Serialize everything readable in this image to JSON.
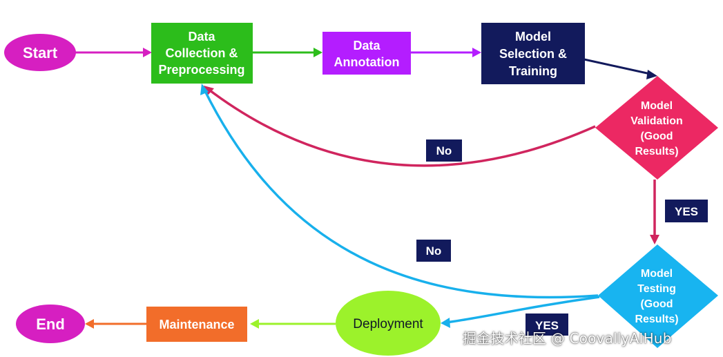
{
  "nodes": {
    "start": {
      "label": "Start",
      "color": "#d61fc1"
    },
    "data_collection": {
      "lines": [
        "Data",
        "Collection &",
        "Preprocessing"
      ],
      "color": "#2cbd1b"
    },
    "data_annotation": {
      "lines": [
        "Data",
        "Annotation"
      ],
      "color": "#b41dff"
    },
    "model_selection": {
      "lines": [
        "Model",
        "Selection &",
        "Training"
      ],
      "color": "#121a5c"
    },
    "model_validation": {
      "lines": [
        "Model",
        "Validation",
        "(Good",
        "Results)"
      ],
      "color": "#ec2863"
    },
    "model_testing": {
      "lines": [
        "Model",
        "Testing",
        "(Good",
        "Results)"
      ],
      "color": "#18b4f0"
    },
    "deployment": {
      "label": "Deployment",
      "color": "#9cf22b"
    },
    "maintenance": {
      "label": "Maintenance",
      "color": "#f26d2a"
    },
    "end": {
      "label": "End",
      "color": "#d61fc1"
    }
  },
  "edge_labels": {
    "validation_no": "No",
    "validation_yes": "YES",
    "testing_no": "No",
    "testing_yes": "YES",
    "label_bg": "#121a5c"
  },
  "edge_colors": {
    "start_to_collection": "#d61fc1",
    "collection_to_annotation": "#2cbd1b",
    "annotation_to_selection": "#b41dff",
    "selection_to_validation": "#121a5c",
    "validation_loop": "#d0255e",
    "testing_loop": "#18b0ec",
    "deployment_to_maintenance": "#9cf22b",
    "maintenance_to_end": "#f26d2a"
  },
  "watermark": "掘金技术社区 @ CoovallyAIHub"
}
